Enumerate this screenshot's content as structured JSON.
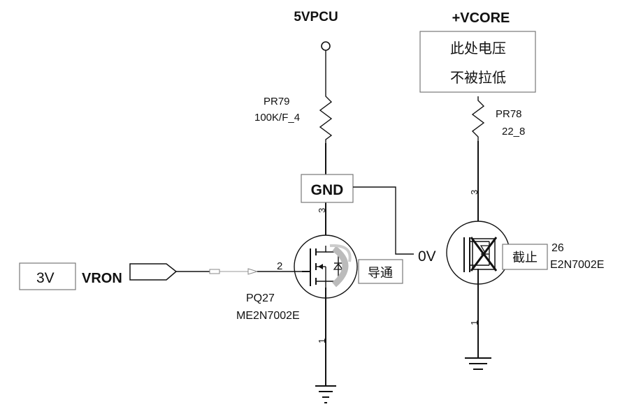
{
  "supply": {
    "label": "5VPCU"
  },
  "vcore": {
    "label": "+VCORE",
    "note_line1": "此处电压",
    "note_line2": "不被拉低"
  },
  "r1": {
    "name": "PR79",
    "value": "100K/F_4"
  },
  "r2": {
    "name": "PR78",
    "value": "22_8"
  },
  "gnd_box": {
    "label": "GND"
  },
  "input": {
    "voltage": "3V",
    "net": "VRON"
  },
  "q1": {
    "name": "PQ27",
    "part": "ME2N7002E",
    "pin_gate": "2",
    "pin_drain": "3",
    "pin_source": "1",
    "state": "导通"
  },
  "q2": {
    "name_fragment": "26",
    "part_fragment": "E2N7002E",
    "pin_drain": "3",
    "pin_source": "1",
    "state": "截止"
  },
  "node": {
    "voltage": "0V"
  }
}
